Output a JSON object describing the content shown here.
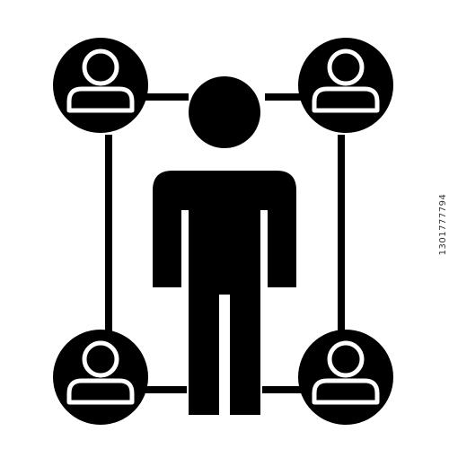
{
  "icon": {
    "subject": "person-network-icon",
    "style": "glyph",
    "color": "#000000",
    "background": "#ffffff",
    "connected_user_count": 4
  },
  "stock_id": "1301777794"
}
